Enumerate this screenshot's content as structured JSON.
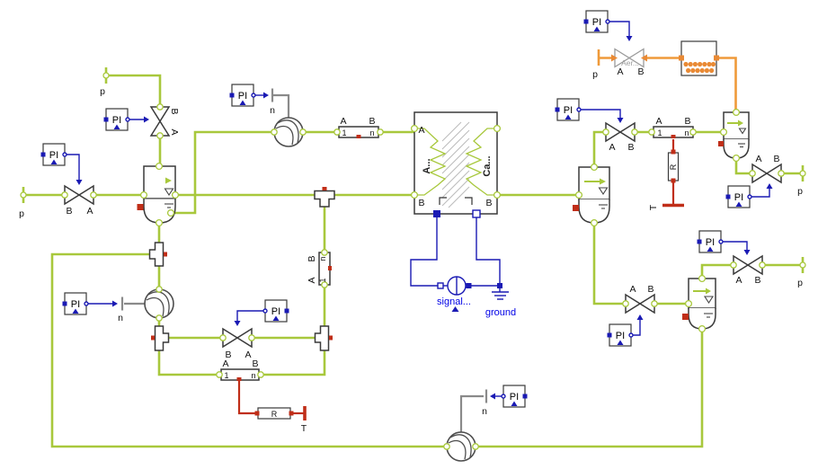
{
  "diagram": {
    "labels": {
      "PI": "PI",
      "p": "p",
      "n": "n",
      "A": "A",
      "B": "B",
      "one": "1",
      "T": "T",
      "R": "R",
      "signal": "signal...",
      "ground": "ground",
      "aer": "Aer...",
      "hx_left": "A...",
      "hx_right": "Ca..."
    },
    "colors": {
      "canvas_bg": "#FFFFFF",
      "fluid_line": "#A8C83C",
      "hot_line": "#EF9A3A",
      "dot_orange": "#E98A35",
      "thermal_line": "#C02E18",
      "heatport": "#C02E18",
      "signal_line": "#1A1AB4",
      "signal_text": "#0000E6",
      "shaft_line": "#8A8A8A",
      "component_outline": "#3A3A3A",
      "pump_outline": "#4D4D4D",
      "valve_gray": "#9A9A9A",
      "hatch": "#BCBCBC",
      "level_icon": "#444444"
    }
  }
}
